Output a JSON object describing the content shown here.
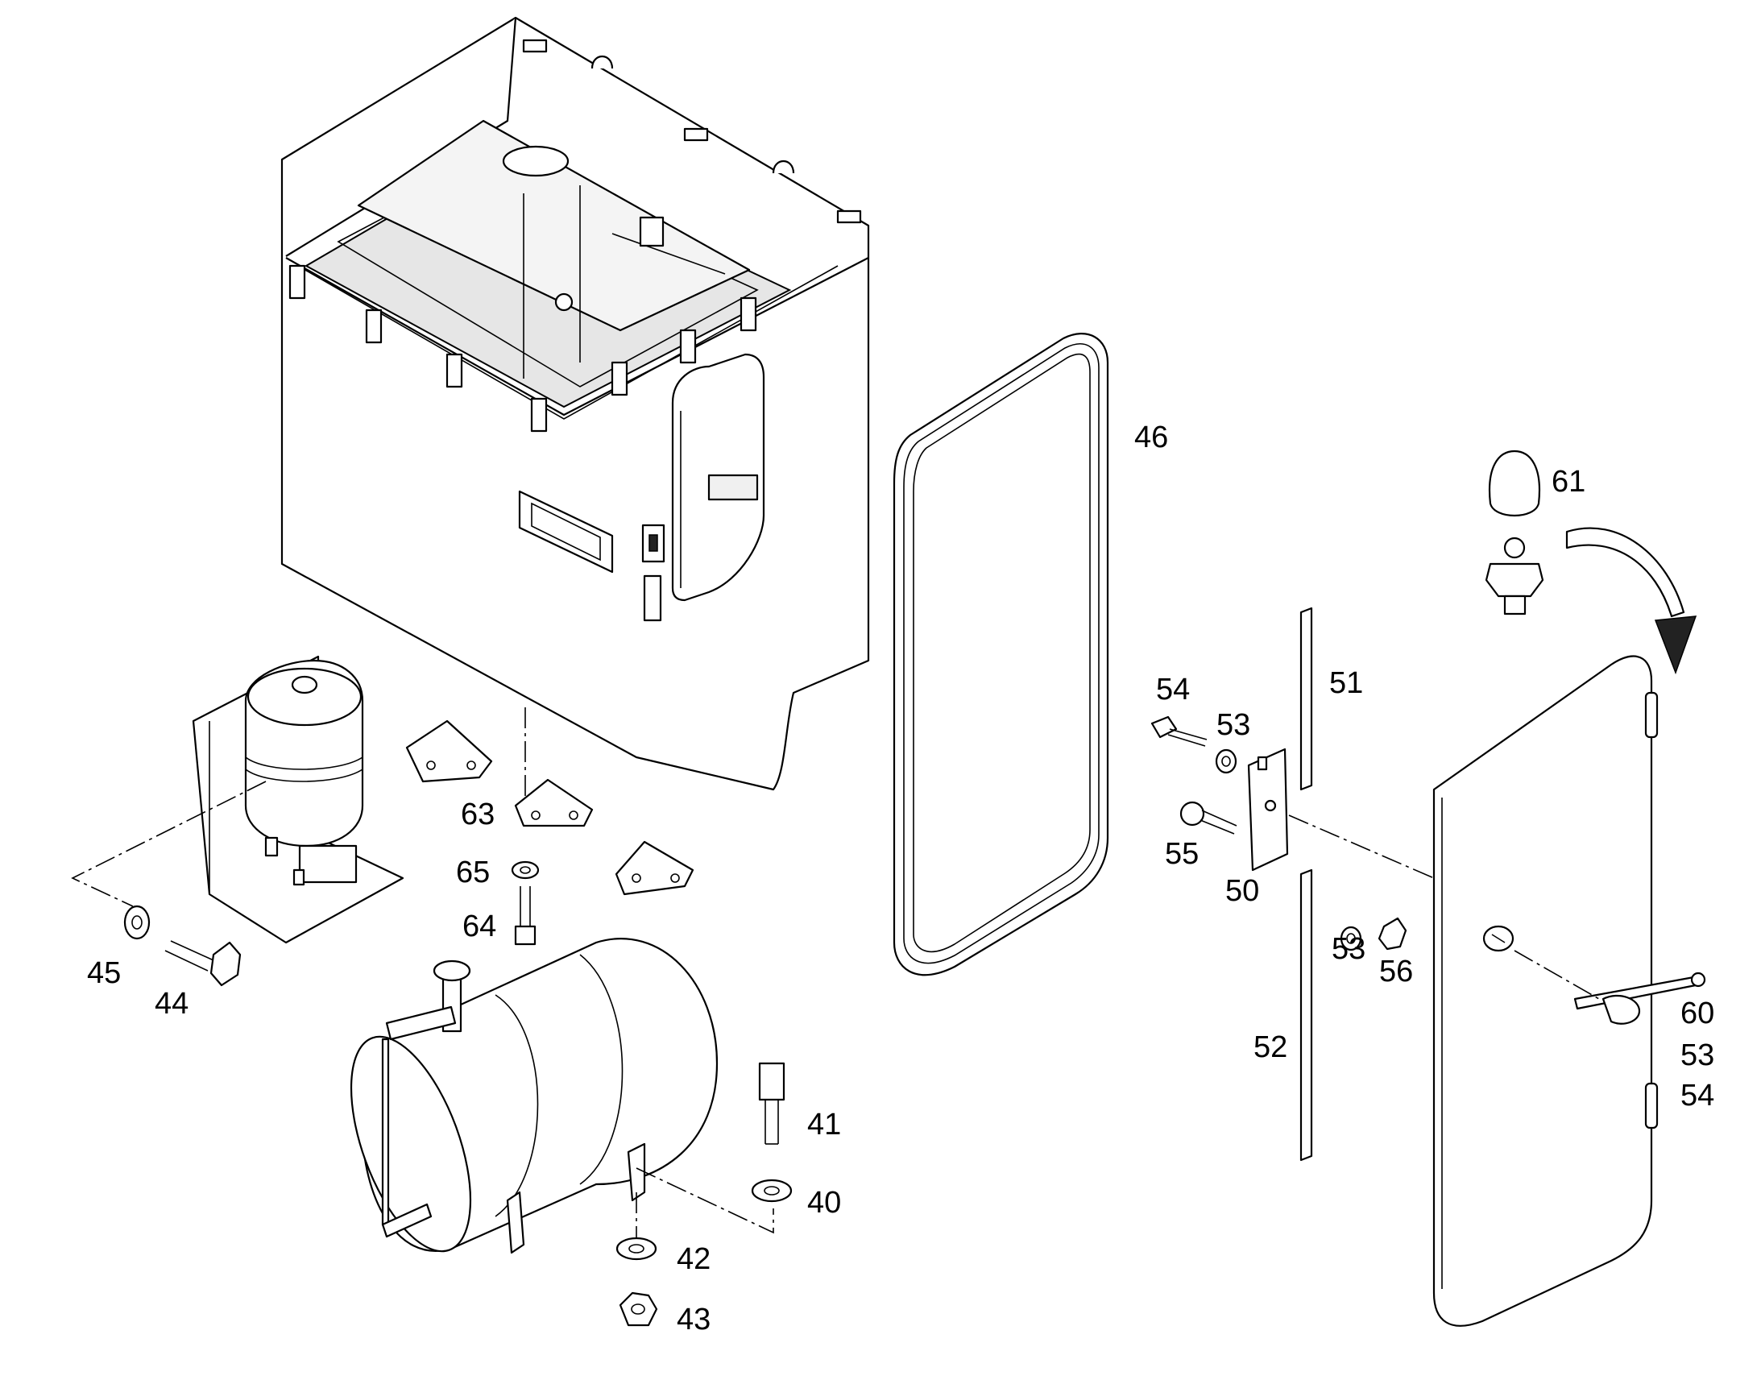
{
  "callouts": [
    {
      "id": "c46",
      "text": "46"
    },
    {
      "id": "c61",
      "text": "61"
    },
    {
      "id": "c51",
      "text": "51"
    },
    {
      "id": "c54a",
      "text": "54"
    },
    {
      "id": "c53a",
      "text": "53"
    },
    {
      "id": "c55",
      "text": "55"
    },
    {
      "id": "c50",
      "text": "50"
    },
    {
      "id": "c53b",
      "text": "53"
    },
    {
      "id": "c56",
      "text": "56"
    },
    {
      "id": "c60",
      "text": "60"
    },
    {
      "id": "c53c",
      "text": "53"
    },
    {
      "id": "c54b",
      "text": "54"
    },
    {
      "id": "c52",
      "text": "52"
    },
    {
      "id": "c63",
      "text": "63"
    },
    {
      "id": "c65",
      "text": "65"
    },
    {
      "id": "c64",
      "text": "64"
    },
    {
      "id": "c45",
      "text": "45"
    },
    {
      "id": "c44",
      "text": "44"
    },
    {
      "id": "c41",
      "text": "41"
    },
    {
      "id": "c40",
      "text": "40"
    },
    {
      "id": "c42",
      "text": "42"
    },
    {
      "id": "c43",
      "text": "43"
    }
  ]
}
